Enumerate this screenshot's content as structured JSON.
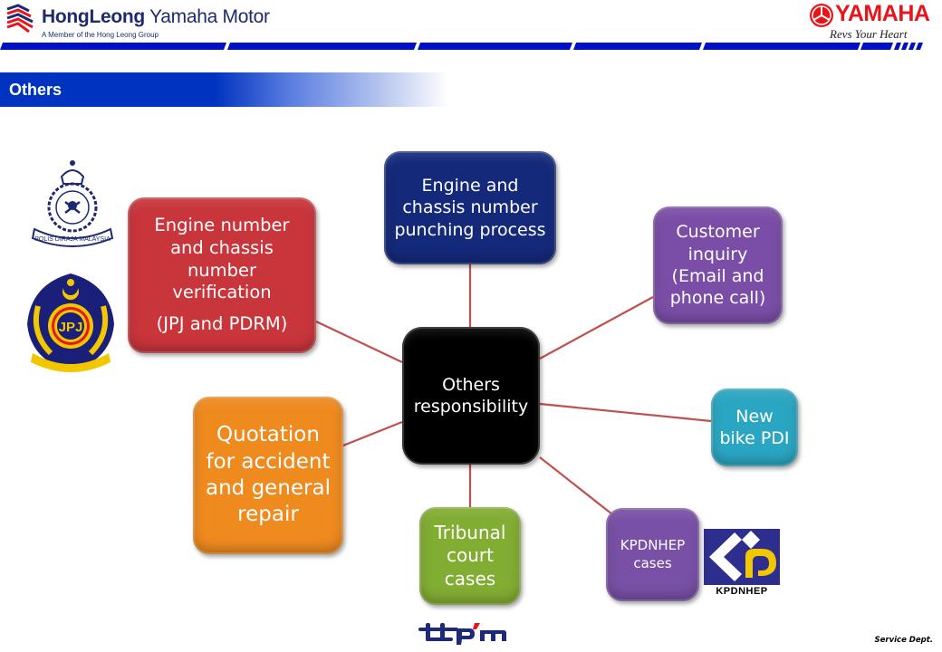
{
  "header": {
    "company_bold": "HongLeong",
    "company_rest": " Yamaha Motor",
    "company_tagline": "A Member of the Hong Leong Group",
    "brand": "YAMAHA",
    "brand_tagline": "Revs Your Heart",
    "colors": {
      "stripe": "#0010c8",
      "company": "#1d2a6e",
      "brand_red": "#e8141b"
    }
  },
  "title_bar": {
    "label": "Others",
    "color": "#0033c0"
  },
  "diagram": {
    "center": {
      "lines": [
        "Others",
        "responsibility"
      ],
      "color": "#000000"
    },
    "connector_color": "#c0504d",
    "nodes": [
      {
        "id": "punching",
        "lines": [
          "Engine and",
          "chassis number",
          "punching process"
        ],
        "color": "#15297a"
      },
      {
        "id": "verification",
        "lines": [
          "Engine number",
          "and chassis",
          "number",
          "verification"
        ],
        "note": "(JPJ and PDRM)",
        "color": "#c8353b"
      },
      {
        "id": "inquiry",
        "lines": [
          "Customer",
          "inquiry",
          "(Email and",
          "phone call)"
        ],
        "color": "#7a4ea6"
      },
      {
        "id": "pdi",
        "lines": [
          "New",
          "bike PDI"
        ],
        "color": "#2aa6c2"
      },
      {
        "id": "kpdnhep",
        "lines": [
          "KPDNHEP",
          "cases"
        ],
        "color": "#7850a6"
      },
      {
        "id": "tribunal",
        "lines": [
          "Tribunal",
          "court",
          "cases"
        ],
        "color": "#82ad33"
      },
      {
        "id": "quotation",
        "lines": [
          "Quotation",
          "for accident",
          "and general",
          "repair"
        ],
        "color": "#ef8a1f"
      }
    ]
  },
  "logos": {
    "pdrm": {
      "icon": "pdrm-crest-icon",
      "text": "POLIS DIRAJA MALAYSIA"
    },
    "jpj": {
      "icon": "jpj-crest-icon",
      "text": "JPJ"
    },
    "kpdnhep": {
      "icon": "kpdnhep-logo-icon",
      "text": "KPDNHEP"
    },
    "ttpm": {
      "icon": "ttpm-logo-icon",
      "text": "ttpm"
    }
  },
  "footer": {
    "label": "Service Dept."
  }
}
